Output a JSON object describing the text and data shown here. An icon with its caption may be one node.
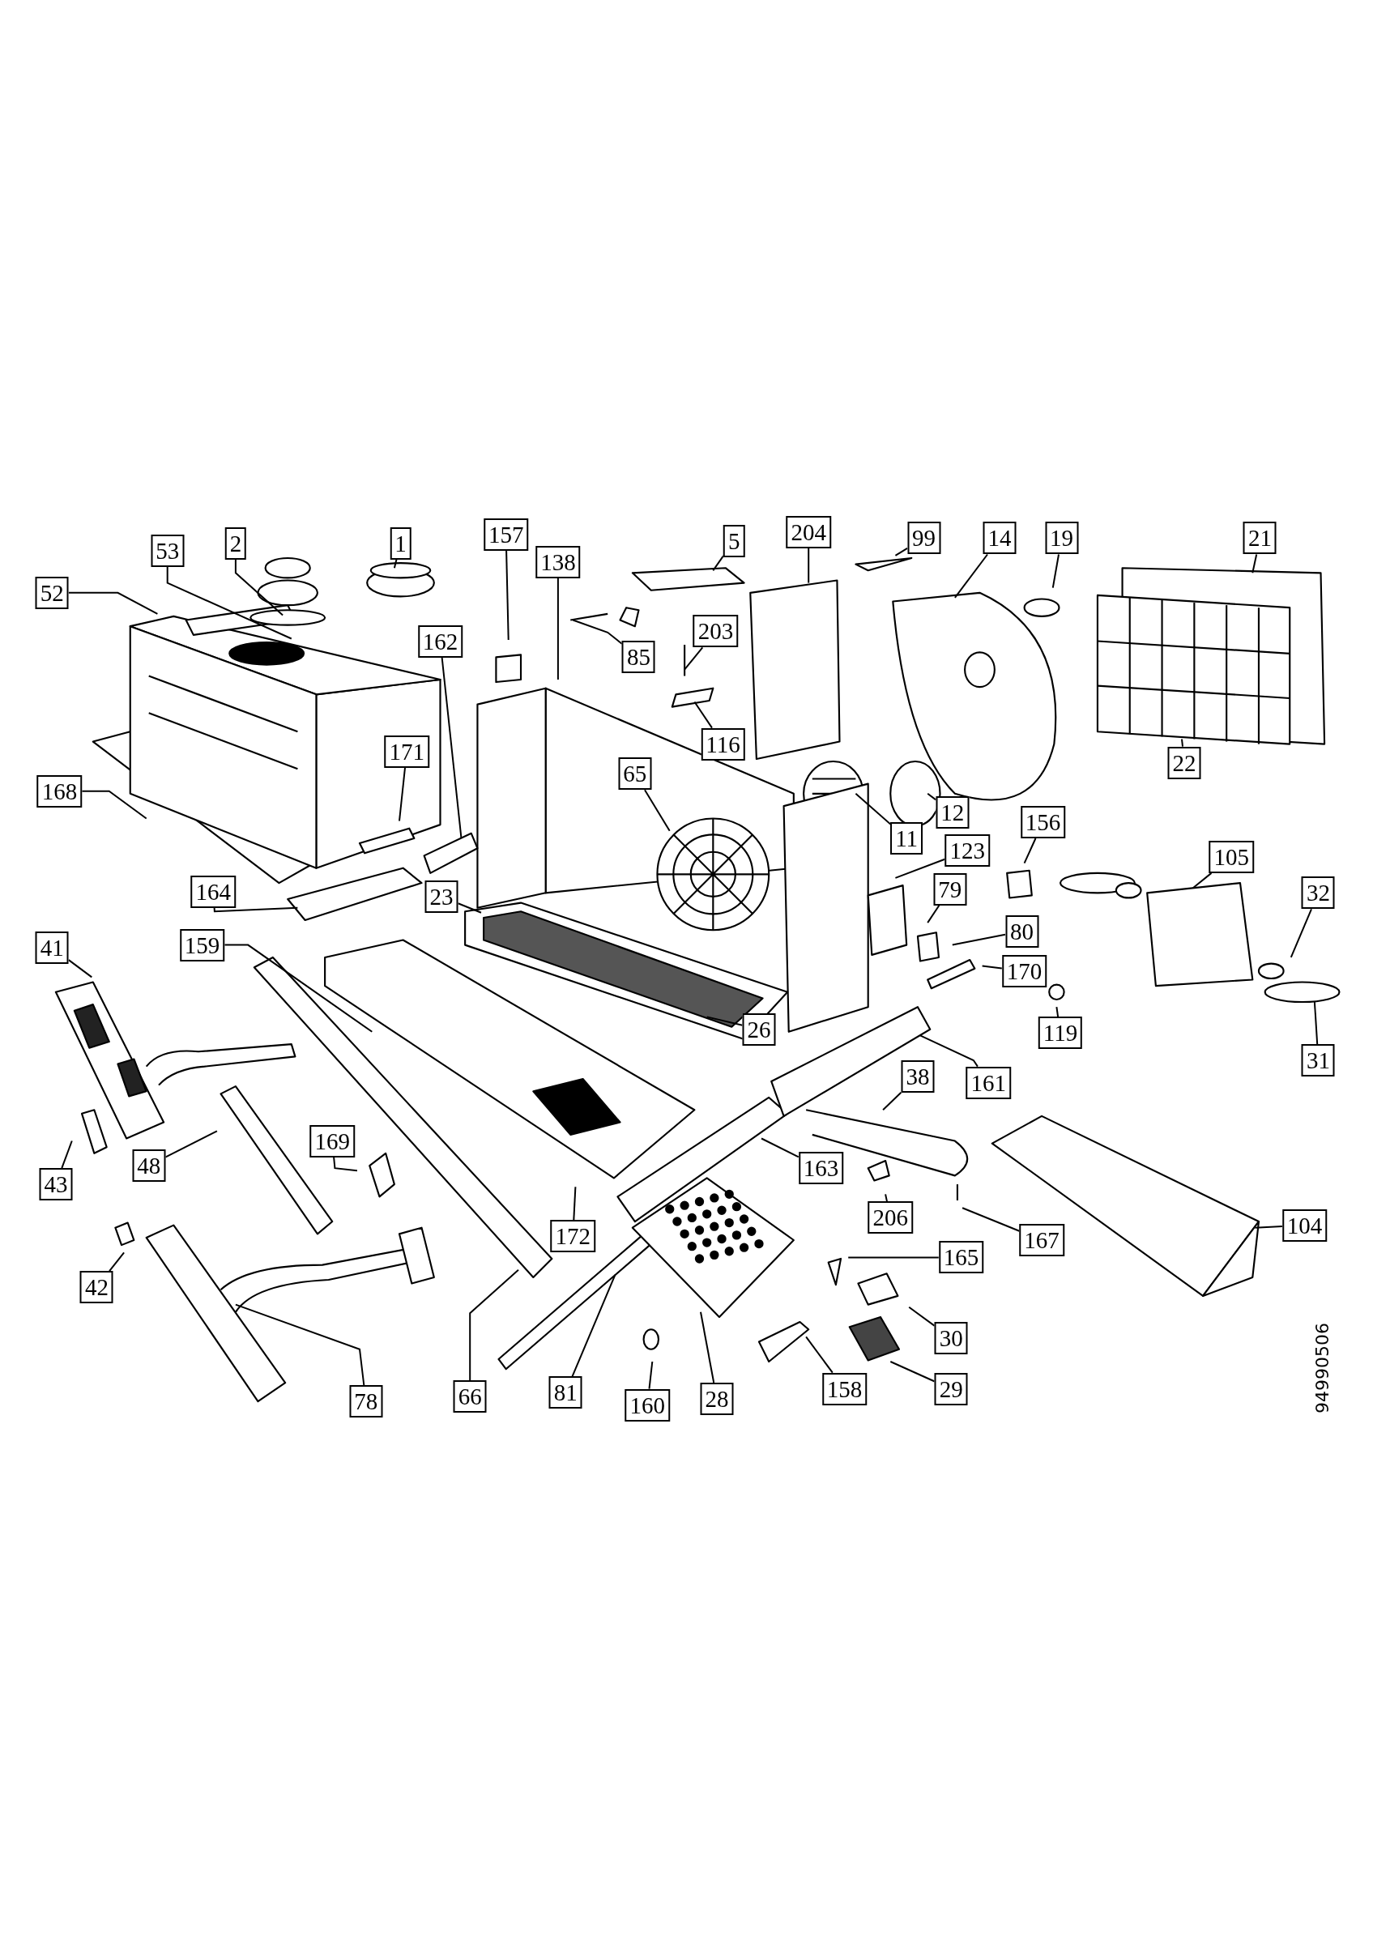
{
  "diagram": {
    "nodes": [
      {
        "text": [
          "53"
        ]
      },
      {
        "text": [
          "2"
        ]
      },
      {
        "text": [
          "1"
        ]
      },
      {
        "text": [
          "52"
        ]
      },
      {
        "text": [
          "157"
        ]
      },
      {
        "text": [
          "138"
        ]
      },
      {
        "text": [
          "5"
        ]
      },
      {
        "text": [
          "204"
        ]
      },
      {
        "text": [
          "99"
        ]
      },
      {
        "text": [
          "14"
        ]
      },
      {
        "text": [
          "19"
        ]
      },
      {
        "text": [
          "21"
        ]
      },
      {
        "text": [
          "85"
        ]
      },
      {
        "text": [
          "203"
        ]
      },
      {
        "text": [
          "116"
        ]
      },
      {
        "text": [
          "162"
        ]
      },
      {
        "text": [
          "171"
        ]
      },
      {
        "text": [
          "168"
        ]
      },
      {
        "text": [
          "65"
        ]
      },
      {
        "text": [
          "11"
        ]
      },
      {
        "text": [
          "12"
        ]
      },
      {
        "text": [
          "22"
        ]
      },
      {
        "text": [
          "156"
        ]
      },
      {
        "text": [
          "105"
        ]
      },
      {
        "text": [
          "32"
        ]
      },
      {
        "text": [
          "31"
        ]
      },
      {
        "text": [
          "164"
        ]
      },
      {
        "text": [
          "23"
        ]
      },
      {
        "text": [
          "123"
        ]
      },
      {
        "text": [
          "79"
        ]
      },
      {
        "text": [
          "80"
        ]
      },
      {
        "text": [
          "170"
        ]
      },
      {
        "text": [
          "119"
        ]
      },
      {
        "text": [
          "159"
        ]
      },
      {
        "text": [
          "41"
        ]
      },
      {
        "text": [
          "26"
        ]
      },
      {
        "text": [
          "161"
        ]
      },
      {
        "text": [
          "38"
        ]
      },
      {
        "text": [
          "43"
        ]
      },
      {
        "text": [
          "48"
        ]
      },
      {
        "text": [
          "169"
        ]
      },
      {
        "text": [
          "163"
        ]
      },
      {
        "text": [
          "206"
        ]
      },
      {
        "text": [
          "167"
        ]
      },
      {
        "text": [
          "104"
        ]
      },
      {
        "text": [
          "42"
        ]
      },
      {
        "text": [
          "172"
        ]
      },
      {
        "text": [
          "165"
        ]
      },
      {
        "text": [
          "30"
        ]
      },
      {
        "text": [
          "78"
        ]
      },
      {
        "text": [
          "66"
        ]
      },
      {
        "text": [
          "81"
        ]
      },
      {
        "text": [
          "160"
        ]
      },
      {
        "text": [
          "28"
        ]
      },
      {
        "text": [
          "158"
        ]
      },
      {
        "text": [
          "29"
        ]
      }
    ],
    "edges": [
      {
        "from": 0,
        "to": null,
        "arrow": "none"
      },
      {
        "from": 1,
        "to": null,
        "arrow": "none"
      },
      {
        "from": 2,
        "to": null,
        "arrow": "none"
      },
      {
        "from": 3,
        "to": null,
        "arrow": "none"
      },
      {
        "from": 4,
        "to": null,
        "arrow": "none"
      },
      {
        "from": 5,
        "to": null,
        "arrow": "none"
      },
      {
        "from": 6,
        "to": null,
        "arrow": "none"
      },
      {
        "from": 7,
        "to": null,
        "arrow": "none"
      },
      {
        "from": 8,
        "to": null,
        "arrow": "none"
      },
      {
        "from": 9,
        "to": null,
        "arrow": "none"
      },
      {
        "from": 10,
        "to": null,
        "arrow": "none"
      },
      {
        "from": 11,
        "to": null,
        "arrow": "none"
      },
      {
        "from": 12,
        "to": null,
        "arrow": "none"
      },
      {
        "from": 13,
        "to": null,
        "arrow": "none"
      },
      {
        "from": 14,
        "to": null,
        "arrow": "none"
      },
      {
        "from": 15,
        "to": null,
        "arrow": "none"
      },
      {
        "from": 16,
        "to": null,
        "arrow": "none"
      },
      {
        "from": 17,
        "to": null,
        "arrow": "none"
      },
      {
        "from": 18,
        "to": null,
        "arrow": "none"
      },
      {
        "from": 19,
        "to": null,
        "arrow": "none"
      },
      {
        "from": 20,
        "to": null,
        "arrow": "none"
      },
      {
        "from": 21,
        "to": null,
        "arrow": "none"
      },
      {
        "from": 22,
        "to": null,
        "arrow": "none"
      },
      {
        "from": 23,
        "to": null,
        "arrow": "none"
      },
      {
        "from": 24,
        "to": null,
        "arrow": "none"
      },
      {
        "from": 25,
        "to": null,
        "arrow": "none"
      },
      {
        "from": 26,
        "to": null,
        "arrow": "none"
      },
      {
        "from": 27,
        "to": null,
        "arrow": "none"
      },
      {
        "from": 28,
        "to": null,
        "arrow": "none"
      },
      {
        "from": 29,
        "to": null,
        "arrow": "none"
      },
      {
        "from": 30,
        "to": null,
        "arrow": "none"
      },
      {
        "from": 31,
        "to": null,
        "arrow": "none"
      },
      {
        "from": 32,
        "to": null,
        "arrow": "none"
      },
      {
        "from": 33,
        "to": null,
        "arrow": "none"
      },
      {
        "from": 34,
        "to": null,
        "arrow": "none"
      },
      {
        "from": 35,
        "to": null,
        "arrow": "none"
      },
      {
        "from": 36,
        "to": null,
        "arrow": "none"
      },
      {
        "from": 37,
        "to": null,
        "arrow": "none"
      },
      {
        "from": 38,
        "to": null,
        "arrow": "none"
      },
      {
        "from": 39,
        "to": null,
        "arrow": "none"
      },
      {
        "from": 40,
        "to": null,
        "arrow": "none"
      },
      {
        "from": 41,
        "to": null,
        "arrow": "none"
      },
      {
        "from": 42,
        "to": null,
        "arrow": "none"
      },
      {
        "from": 43,
        "to": null,
        "arrow": "none"
      },
      {
        "from": 44,
        "to": null,
        "arrow": "none"
      },
      {
        "from": 45,
        "to": null,
        "arrow": "none"
      },
      {
        "from": 46,
        "to": null,
        "arrow": "none"
      },
      {
        "from": 47,
        "to": null,
        "arrow": "none"
      },
      {
        "from": 48,
        "to": null,
        "arrow": "none"
      },
      {
        "from": 49,
        "to": null,
        "arrow": "none"
      },
      {
        "from": 50,
        "to": null,
        "arrow": "none"
      },
      {
        "from": 51,
        "to": null,
        "arrow": "none"
      },
      {
        "from": 52,
        "to": null,
        "arrow": "none"
      },
      {
        "from": 53,
        "to": null,
        "arrow": "none"
      },
      {
        "from": 54,
        "to": null,
        "arrow": "none"
      },
      {
        "from": 55,
        "to": null,
        "arrow": "none"
      }
    ],
    "labels": [
      "94990506"
    ]
  }
}
